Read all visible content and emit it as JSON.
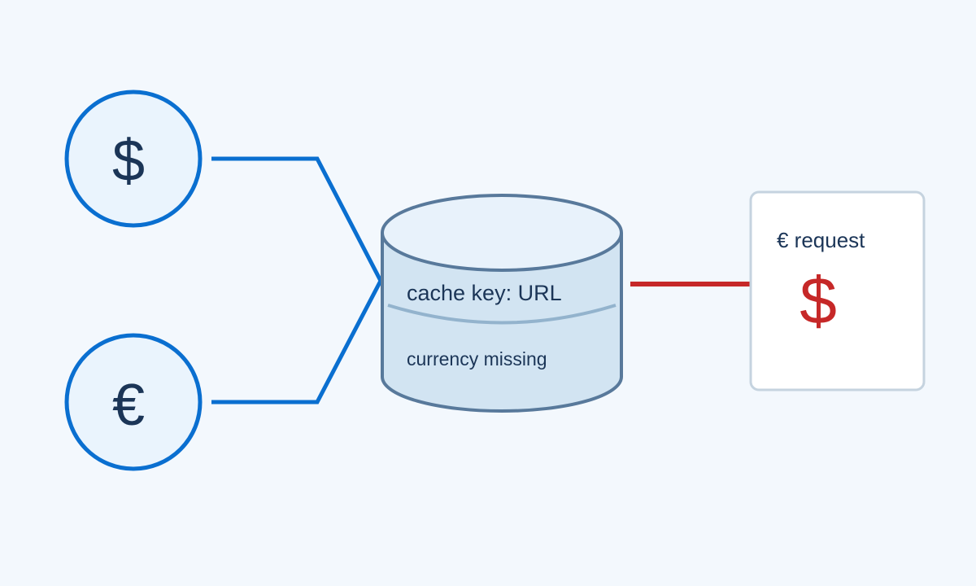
{
  "colors": {
    "background": "#f3f8fd",
    "node_stroke": "#0a6fd0",
    "node_fill": "#eaf4fd",
    "symbol_text": "#1b3557",
    "cache_stroke": "#58799b",
    "cache_fill": "#d2e4f2",
    "cache_top_fill": "#e8f2fb",
    "cache_divider": "#93b3cd",
    "output_line": "#c62828",
    "output_box_stroke": "#c5d3df",
    "output_box_fill": "#ffffff",
    "wrong_symbol": "#c62828"
  },
  "inputs": {
    "dollar": {
      "symbol": "$",
      "icon": "dollar-icon"
    },
    "euro": {
      "symbol": "€",
      "icon": "euro-icon"
    }
  },
  "cache": {
    "key_label": "cache key: URL",
    "note_label": "currency missing",
    "icon": "database-cylinder"
  },
  "response": {
    "request_label": "€ request",
    "returned_symbol": "$"
  }
}
